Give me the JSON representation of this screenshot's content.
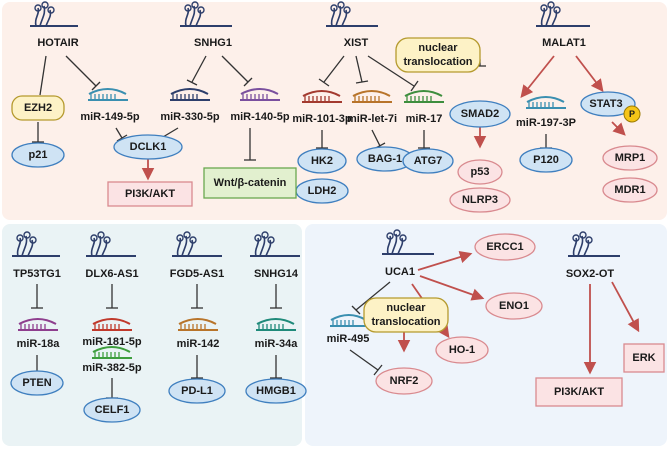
{
  "colors": {
    "top_panel": "#fdf0ea",
    "bottom_left_panel": "#eaf3f5",
    "bottom_right_panel": "#eef4fb",
    "blue_fill": "#cfe3f4",
    "blue_stroke": "#3f7fbf",
    "pink_fill": "#fbe3e4",
    "pink_stroke": "#d98a8f",
    "green_fill": "#e2f0cf",
    "green_stroke": "#6aa84f",
    "yellow_fill": "#fdf2c6",
    "yellow_stroke": "#b59a2e",
    "promote_arrow": "#c0504d",
    "inhibit_line": "#333333"
  },
  "lncrnas": {
    "hotair": "HOTAIR",
    "snhg1": "SNHG1",
    "xist": "XIST",
    "malat1": "MALAT1",
    "tp53tg1": "TP53TG1",
    "dlx6_as1": "DLX6-AS1",
    "fgd5_as1": "FGD5-AS1",
    "snhg14": "SNHG14",
    "uca1": "UCA1",
    "sox2_ot": "SOX2-OT"
  },
  "mirnas": {
    "mir_149": "miR-149-5p",
    "mir_330": "miR-330-5p",
    "mir_140": "miR-140-5p",
    "mir_101": "miR-101-3p",
    "mir_let7i": "miR-let-7i",
    "mir_17": "miR-17",
    "mir_197": "miR-197-3P",
    "mir_18a": "miR-18a",
    "mir_181": "miR-181-5p",
    "mir_382": "miR-382-5p",
    "mir_142": "miR-142",
    "mir_34a": "miR-34a",
    "mir_495": "miR-495"
  },
  "targets": {
    "ezh2": "EZH2",
    "p21": "p21",
    "dclk1": "DCLK1",
    "pi3k_top": "PI3K/AKT",
    "wnt": "Wnt/β-catenin",
    "hk2": "HK2",
    "ldh2": "LDH2",
    "bag1": "BAG-1",
    "atg7": "ATG7",
    "smad2": "SMAD2",
    "p53": "p53",
    "nlrp3": "NLRP3",
    "p120": "P120",
    "stat3": "STAT3",
    "p_badge": "P",
    "mrp1": "MRP1",
    "mdr1": "MDR1",
    "pten": "PTEN",
    "celf1": "CELF1",
    "pdl1": "PD-L1",
    "hmgb1": "HMGB1",
    "ercc1": "ERCC1",
    "eno1": "ENO1",
    "ho1": "HO-1",
    "nrf2": "NRF2",
    "erk": "ERK",
    "pi3k_bottom": "PI3K/AKT"
  },
  "nuclear_translocation_top": [
    "nuclear",
    "translocation"
  ],
  "nuclear_translocation_bottom": [
    "nuclear",
    "translocation"
  ]
}
